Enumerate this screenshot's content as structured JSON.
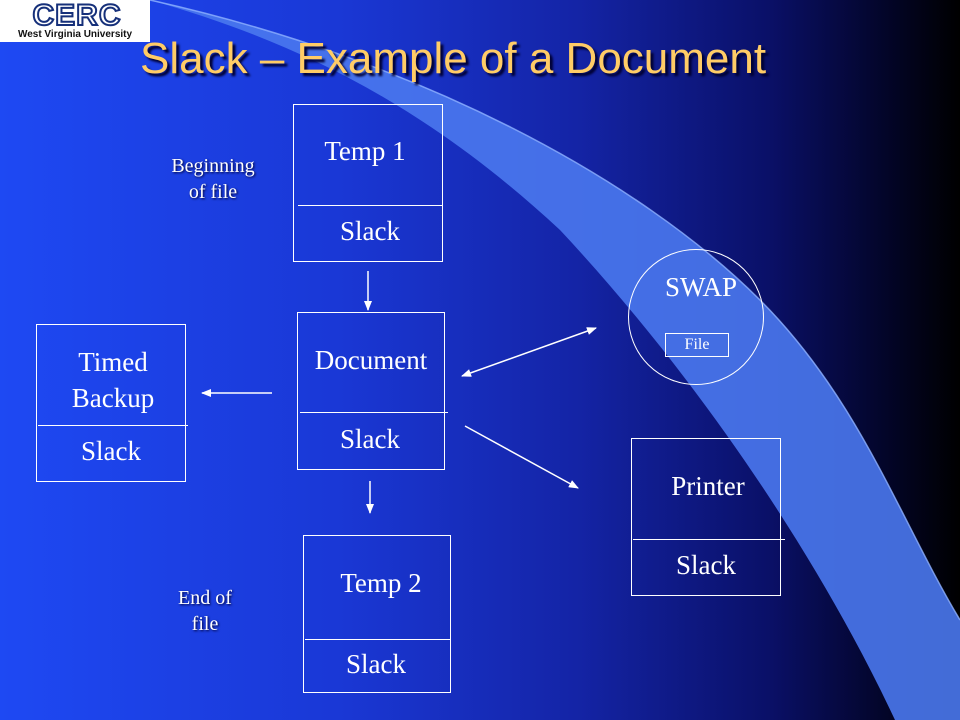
{
  "logo": {
    "main": "CERC",
    "sub": "West Virginia University"
  },
  "title": "Slack – Example of a Document",
  "labels": {
    "beginning_line1": "Beginning",
    "beginning_line2": "of file",
    "end_line1": "End of",
    "end_line2": "file"
  },
  "boxes": {
    "temp1": {
      "label": "Temp 1",
      "slack": "Slack"
    },
    "document": {
      "label": "Document",
      "slack": "Slack"
    },
    "timed_backup": {
      "label_line1": "Timed",
      "label_line2": "Backup",
      "slack": "Slack"
    },
    "temp2": {
      "label": "Temp 2",
      "slack": "Slack"
    },
    "printer": {
      "label": "Printer",
      "slack": "Slack"
    }
  },
  "swap": {
    "label": "SWAP",
    "file": "File"
  },
  "colors": {
    "title": "#ffcc66",
    "background": "#1e49f3",
    "swoosh": "#4a78ee"
  }
}
